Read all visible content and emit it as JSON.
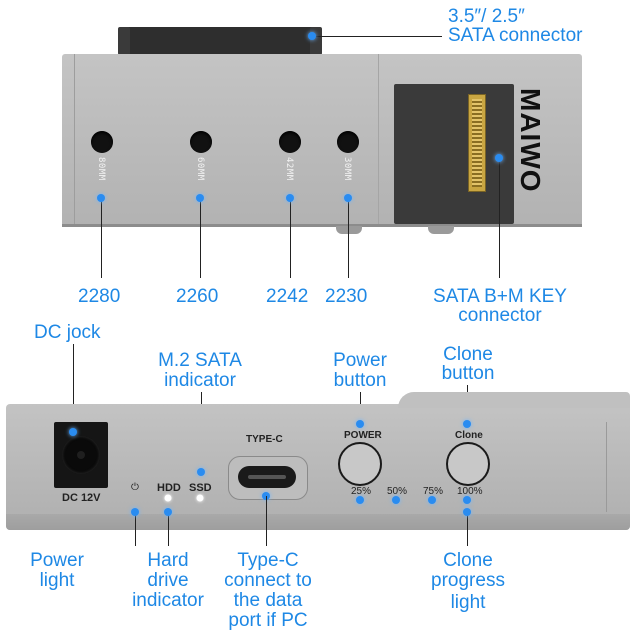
{
  "top_device": {
    "brand": "MAIWO",
    "holes": [
      {
        "size": "2280",
        "mark": "80MM"
      },
      {
        "size": "2260",
        "mark": "60MM"
      },
      {
        "size": "2242",
        "mark": "42MM"
      },
      {
        "size": "2230",
        "mark": "30MM"
      }
    ]
  },
  "callouts": {
    "sata_connector_line1": "3.5″/ 2.5″",
    "sata_connector_line2": "SATA connector",
    "bm_key_line1": "SATA B+M KEY",
    "bm_key_line2": "connector",
    "dc_jock": "DC jock",
    "m2_sata_line1": "M.2 SATA",
    "m2_sata_line2": "indicator",
    "power_button_line1": "Power",
    "power_button_line2": "button",
    "clone_button_line1": "Clone",
    "clone_button_line2": "button",
    "power_light_line1": "Power",
    "power_light_line2": "light",
    "hard_drive_line1": "Hard",
    "hard_drive_line2": "drive",
    "hard_drive_line3": "indicator",
    "typec_line1": "Type-C",
    "typec_line2": "connect to",
    "typec_line3": "the data",
    "typec_line4": "port if PC",
    "clone_progress_line1": "Clone",
    "clone_progress_line2": "progress",
    "clone_progress_line3": "light"
  },
  "bottom_device": {
    "dc_label": "DC 12V",
    "power_symbol": "⏻",
    "hdd_label": "HDD",
    "ssd_label": "SSD",
    "typec_label": "TYPE-C",
    "power_label": "POWER",
    "clone_label": "Clone",
    "progress": [
      "25%",
      "50%",
      "75%",
      "100%"
    ]
  },
  "colors": {
    "callout": "#1e88e5",
    "device_body": "#b4b4b4",
    "led": "#2a8cf0"
  }
}
